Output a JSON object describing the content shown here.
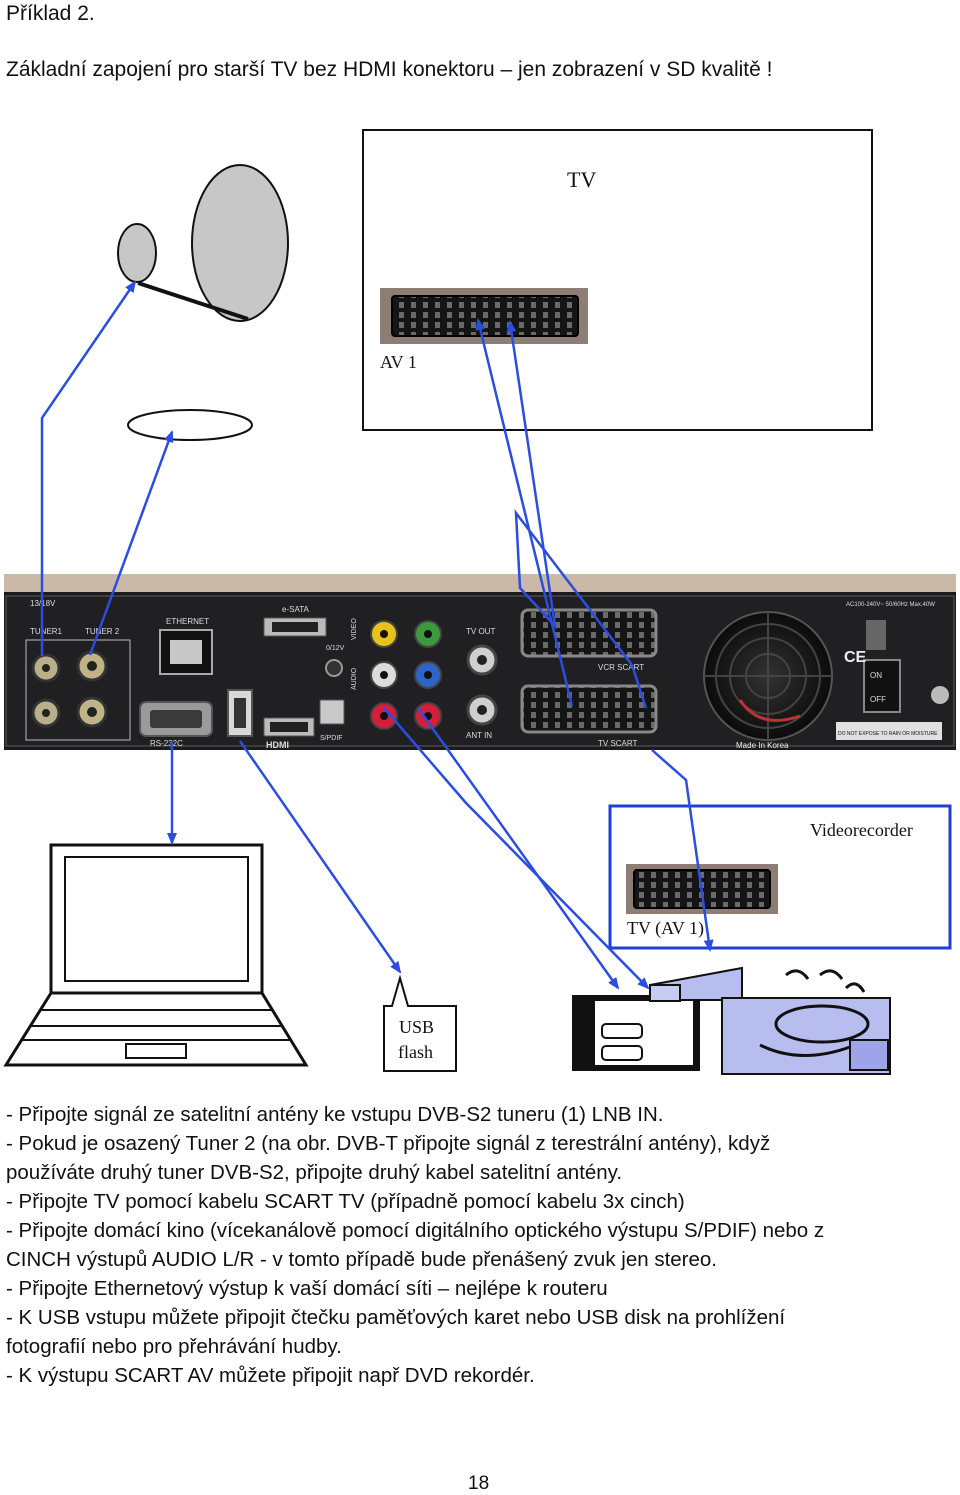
{
  "heading": "Příklad 2.",
  "subheading": "Základní zapojení pro starší TV bez HDMI konektoru – jen zobrazení v SD kvalitě !",
  "diagram": {
    "tv_title": "TV",
    "tv_connector": "AV 1",
    "videorecorder_title": "Videorecorder",
    "videorecorder_connector": "TV (AV 1)",
    "usb_label_1": "USB",
    "usb_label_2": "flash",
    "receiver_labels": {
      "tuner1": "TUNER1",
      "tuner2": "TUNER 2",
      "ethernet": "ETHERNET",
      "esata": "e-SATA",
      "video": "VIDEO",
      "audio": "AUDIO",
      "tv_out": "TV OUT",
      "ant_in": "ANT IN",
      "vcr_scart": "VCR SCART",
      "tv_scart": "TV SCART",
      "rs232": "RS-232C",
      "hdmi": "HDMI",
      "spdif": "S/PDIF",
      "dc12v": "0/12V",
      "made_in": "Made In Korea",
      "on": "ON",
      "off": "OFF",
      "power_spec": "AC100-240V~ 50/60Hz Max.40W",
      "lnb_spec": "13/18V",
      "ce": "CE",
      "warning": "DO NOT EXPOSE TO RAIN OR MOISTURE"
    }
  },
  "body": [
    "- Připojte signál ze satelitní antény ke vstupu  DVB-S2 tuneru (1)  LNB IN.",
    "- Pokud je osazený Tuner 2 (na obr. DVB-T připojte signál z terestrální antény), když",
    "používáte druhý tuner DVB-S2, připojte druhý kabel satelitní antény.",
    "- Připojte TV pomocí kabelu SCART TV (případně pomocí kabelu 3x cinch)",
    "- Připojte domácí kino (vícekanálově pomocí digitálního optického výstupu S/PDIF) nebo z",
    "CINCH výstupů AUDIO L/R - v tomto případě bude přenášený zvuk jen stereo.",
    "- Připojte Ethernetový výstup k vaší domácí síti – nejlépe k routeru",
    "- K USB vstupu můžete připojit čtečku paměťových karet nebo USB disk na prohlížení",
    "fotografií nebo pro přehrávání hudby.",
    "- K výstupu SCART AV můžete připojit např DVD rekordér."
  ],
  "page_number": "18",
  "colors": {
    "arrow": "#2b4de0",
    "device_frame": "#1f3fd6",
    "receiver_panel": "#1b1b1d",
    "scart_red": "#d8262b",
    "rca_yellow": "#e8c21a",
    "rca_red": "#d41e3a",
    "rca_green": "#3c9a3c"
  }
}
